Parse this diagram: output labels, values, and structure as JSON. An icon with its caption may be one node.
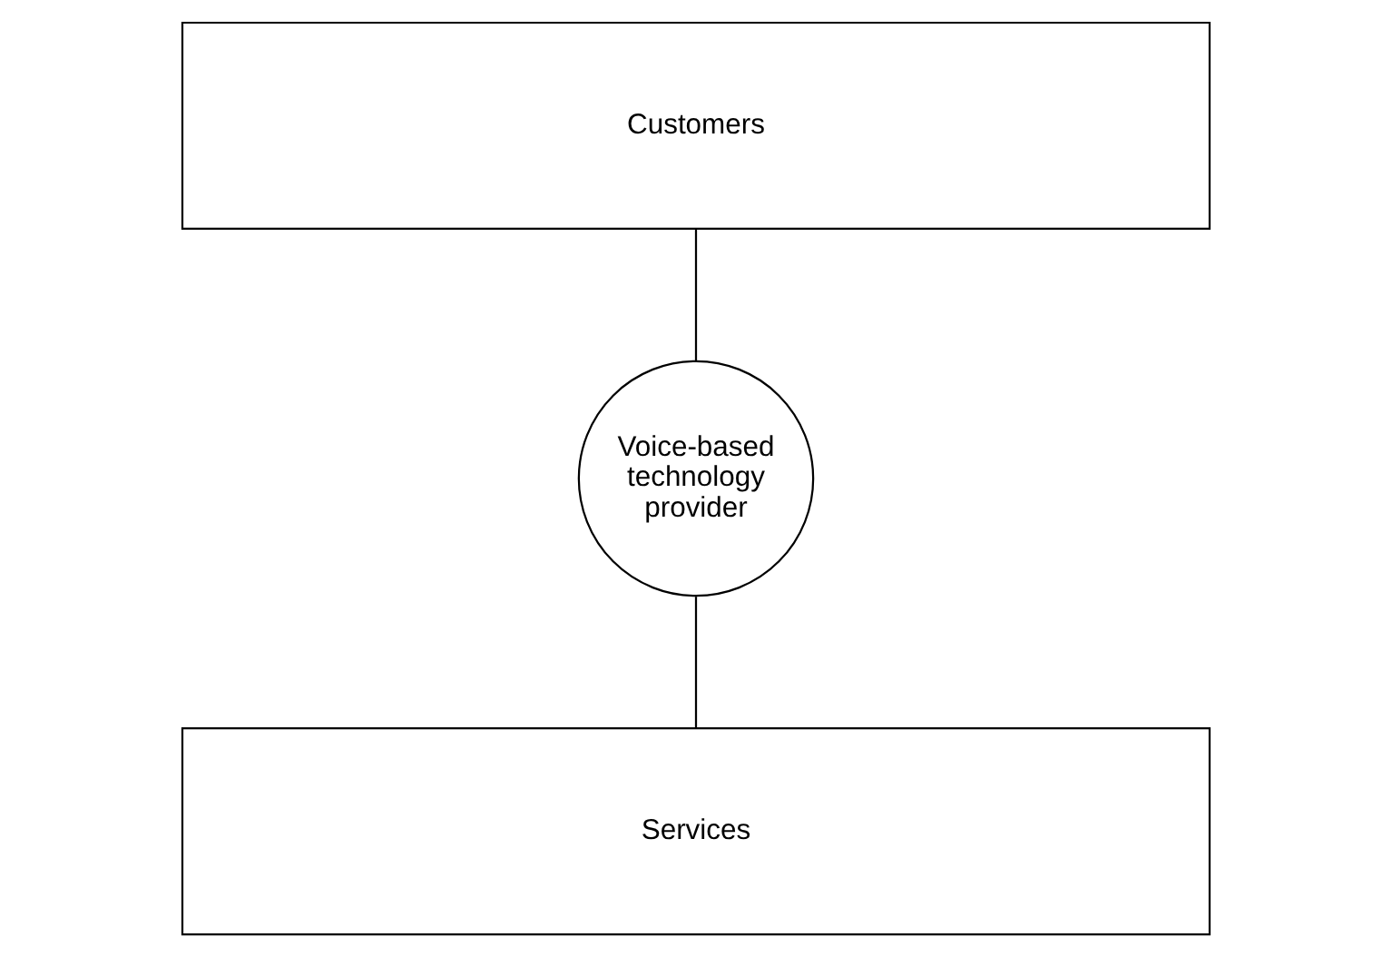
{
  "diagram": {
    "nodes": [
      {
        "text": [
          "Customers"
        ]
      },
      {
        "text": [
          "Voice-based technology provider"
        ]
      },
      {
        "text": [
          "Services"
        ]
      }
    ],
    "edges": [
      {
        "from": 0,
        "to": 1,
        "arrow": "none"
      },
      {
        "from": 1,
        "to": 2,
        "arrow": "none"
      }
    ]
  }
}
